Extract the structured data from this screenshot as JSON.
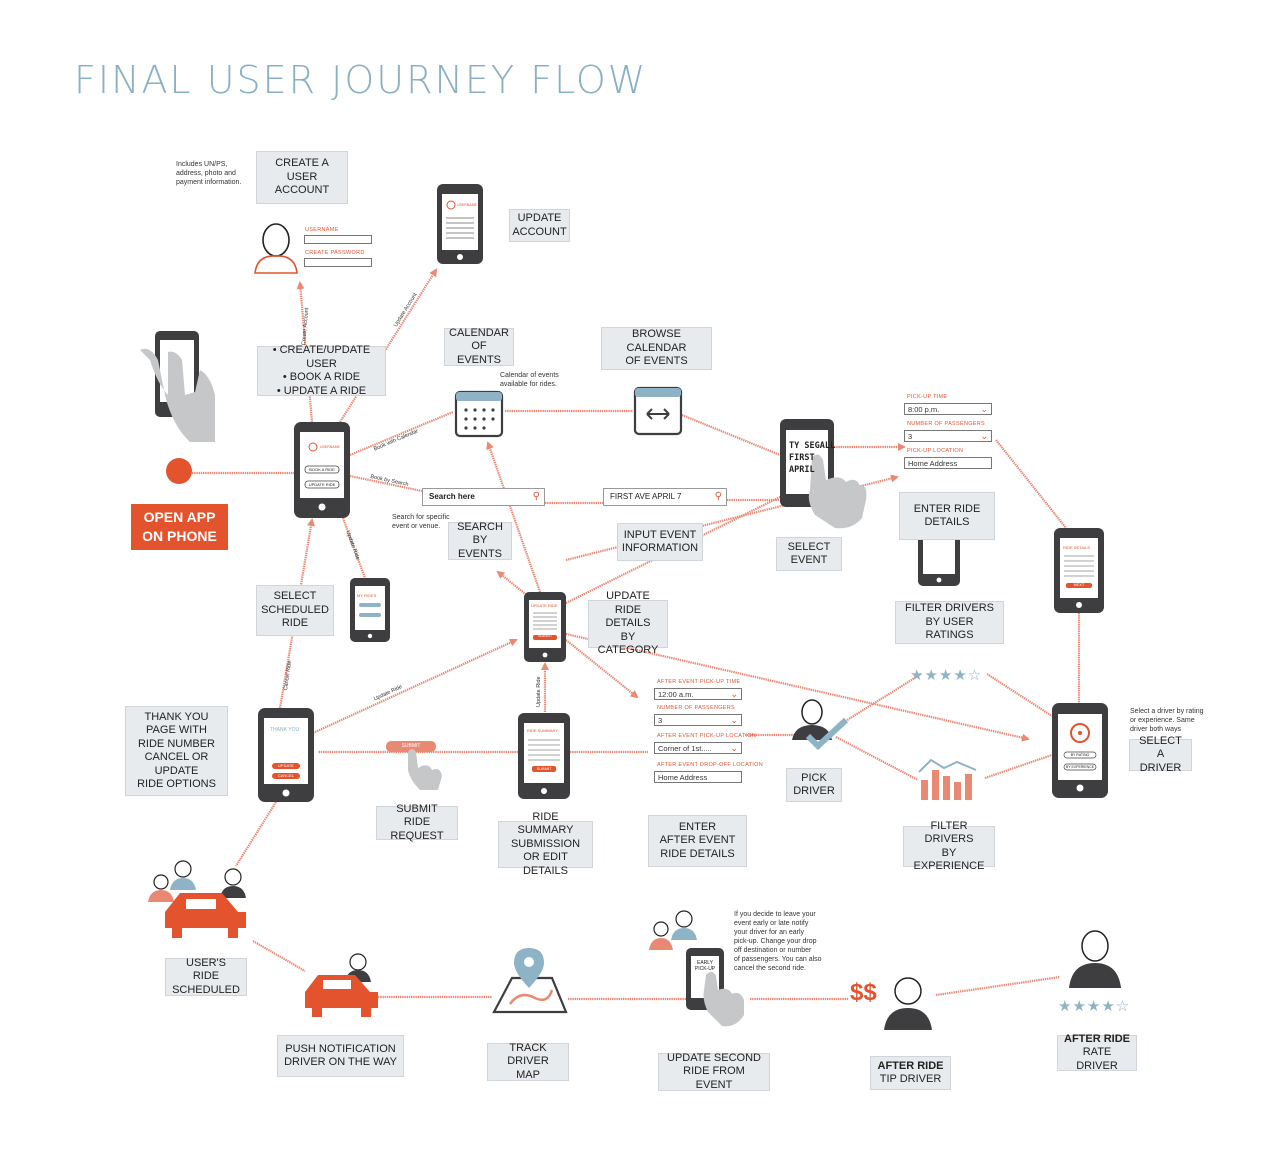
{
  "title": "FINAL USER JOURNEY FLOW",
  "boxes": {
    "create_account": "CREATE A\nUSER ACCOUNT",
    "update_account": "UPDATE\nACCOUNT",
    "create_book_update": "• CREATE/UPDATE USER\n• BOOK A RIDE\n• UPDATE A RIDE",
    "calendar_events": "CALENDAR\nOF EVENTS",
    "browse_calendar": "BROWSE CALENDAR\nOF EVENTS",
    "open_app": "OPEN APP\nON PHONE",
    "search_events": "SEARCH\nBY EVENTS",
    "input_event": "INPUT EVENT\nINFORMATION",
    "select_event": "SELECT\nEVENT",
    "enter_ride_details": "ENTER RIDE\nDETAILS",
    "select_scheduled": "SELECT\nSCHEDULED\nRIDE",
    "update_ride_details": "UPDATE\nRIDE DETAILS\nBY CATEGORY",
    "filter_ratings": "FILTER DRIVERS\nBY USER RATINGS",
    "thank_you": "THANK YOU\nPAGE WITH\nRIDE NUMBER\nCANCEL OR UPDATE\nRIDE OPTIONS",
    "submit_request": "SUBMIT\nRIDE REQUEST",
    "ride_summary": "RIDE SUMMARY\nSUBMISSION\nOR EDIT DETAILS",
    "after_event": "ENTER\nAFTER EVENT\nRIDE DETAILS",
    "pick_driver": "PICK\nDRIVER",
    "filter_experience": "FILTER DRIVERS\nBY EXPERIENCE",
    "select_driver": "SELECT\nA DRIVER",
    "users_ride_scheduled": "USER'S RIDE\nSCHEDULED",
    "push_notification": "PUSH NOTIFICATION\nDRIVER ON THE WAY",
    "track_driver": "TRACK DRIVER\nMAP",
    "update_second": "UPDATE SECOND\nRIDE FROM EVENT",
    "after_ride_tip_bold": "AFTER RIDE",
    "after_ride_tip": "TIP DRIVER",
    "after_ride_rate_bold": "AFTER RIDE",
    "after_ride_rate": "RATE DRIVER"
  },
  "notes": {
    "account_info": "Includes UN/PS,\naddress, photo and\npayment information.",
    "calendar_note": "Calendar of events\navailable for rides.",
    "search_note": "Search for specific\nevent or venue.",
    "select_driver_note": "Select a driver by rating\nor experience. Same\ndriver both ways",
    "leave_early_note": "If you decide to leave your\nevent early or late notify\nyour driver for an early\npick-up. Change your drop\noff destination or number\nof passengers. You can also\ncancel the second ride."
  },
  "arrow_labels": {
    "create_account": "Create Account",
    "update_account": "Update Account",
    "book_calendar": "Book with Calendar",
    "book_search": "Book by Search",
    "update_ride_1": "Update Ride",
    "update_ride_2": "Update Ride",
    "update_ride_3": "Update Ride",
    "cancel_ride": "Cancel Ride"
  },
  "forms": {
    "username_label": "USERNAME",
    "password_label": "CREATE PASSWORD",
    "pickup_time_label": "PICK-UP TIME",
    "pickup_time_value": "8:00 p.m.",
    "passengers_label": "NUMBER OF PASSENGERS",
    "passengers_value": "3",
    "pickup_location_label": "PICK-UP LOCATION",
    "pickup_location_value": "Home Address",
    "after_time_label": "AFTER EVENT PICK-UP TIME",
    "after_time_value": "12:00 a.m.",
    "after_passengers_label": "NUMBER OF PASSENGERS",
    "after_passengers_value": "3",
    "after_pickup_label": "AFTER EVENT PICK-UP LOCATION",
    "after_pickup_value": "Corner of 1st.....",
    "after_dropoff_label": "AFTER EVENT DROP-OFF LOCATION",
    "after_dropoff_value": "Home Address",
    "search_placeholder": "Search here",
    "event_input_value": "FIRST AVE APRIL 7"
  },
  "screens": {
    "main_name": "USERNAME",
    "main_book": "BOOK A RIDE",
    "main_update": "UPDATE RIDE",
    "profile_name": "USERNAME",
    "event_screen": "TY SEGALL\nFIRST\nAPRIL",
    "my_rides": "MY RIDES",
    "update_ride_title": "UPDATE RIDE",
    "submit": "SUBMIT",
    "ride_details": "RIDE DETAILS",
    "next": "NEXT",
    "thank_you": "THANK YOU",
    "update": "UPDATE",
    "cancel": "CANCEL",
    "ride_summary": "RIDE SUMMARY",
    "by_rating": "BY RATING",
    "by_experience": "BY EXPERIENCE",
    "early_pickup": "EARLY\nPICK-UP",
    "submit_button": "SUBMIT",
    "money": "$$"
  },
  "ratings": {
    "filter_stars": "★★★★☆",
    "rate_stars": "★★★★☆"
  },
  "colors": {
    "accent": "#e2532e",
    "title": "#8ab0c4",
    "box_bg": "#e7ebee",
    "phone": "#3e3e40",
    "arrow": "#e98873",
    "star": "#8fb3c6"
  }
}
